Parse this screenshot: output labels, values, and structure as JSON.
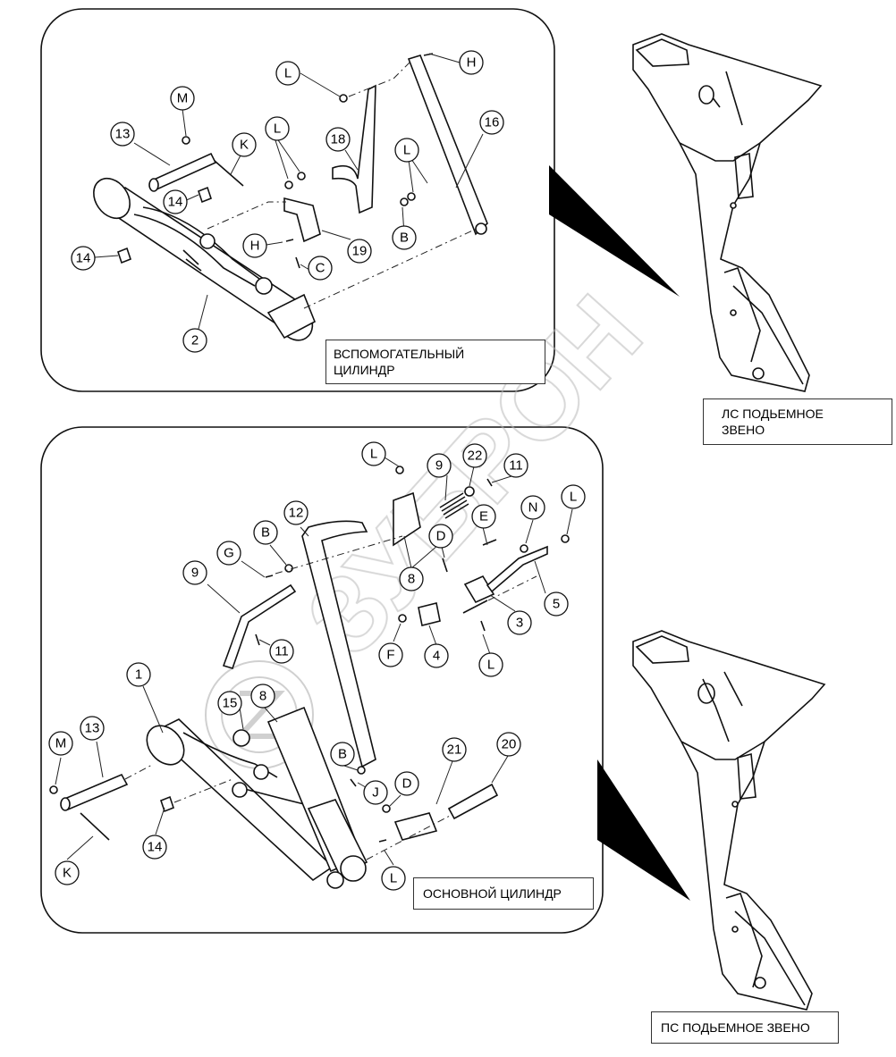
{
  "panels": {
    "aux": {
      "caption_line1": "ВСПОМОГАТЕЛЬНЫЙ",
      "caption_line2": "ЦИЛИНДР"
    },
    "main": {
      "caption": "ОСНОВНОЙ ЦИЛИНДР"
    }
  },
  "side_views": {
    "left": {
      "caption_line1": "ЛС ПОДЬЕМНОЕ",
      "caption_line2": "ЗВЕНО"
    },
    "right": {
      "caption": "ПС ПОДЬЕМНОЕ ЗВЕНО"
    }
  },
  "watermark": "ЗУБРОН",
  "callouts_aux": [
    "L",
    "H",
    "M",
    "13",
    "K",
    "16",
    "18",
    "L",
    "L",
    "14",
    "14",
    "B",
    "H",
    "19",
    "C",
    "2"
  ],
  "callouts_main": [
    "L",
    "22",
    "9",
    "11",
    "12",
    "B",
    "E",
    "N",
    "L",
    "G",
    "D",
    "8",
    "9",
    "5",
    "3",
    "4",
    "F",
    "11",
    "L",
    "1",
    "15",
    "8",
    "13",
    "M",
    "B",
    "21",
    "20",
    "D",
    "J",
    "14",
    "K",
    "L"
  ]
}
